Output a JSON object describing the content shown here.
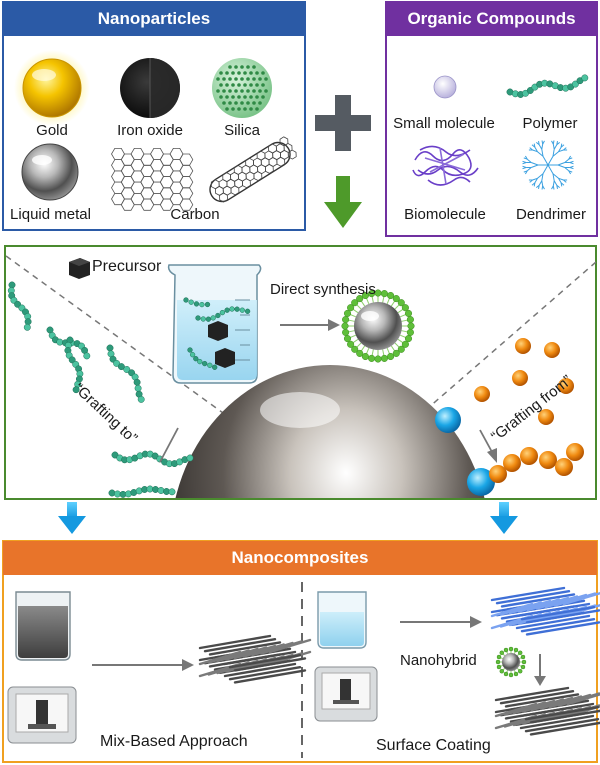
{
  "nanoparticles": {
    "title": "Nanoparticles",
    "items": [
      "Gold",
      "Iron oxide",
      "Silica",
      "Liquid metal",
      "Carbon"
    ],
    "border_color": "#2b5aa6"
  },
  "organic": {
    "title": "Organic Compounds",
    "items": [
      "Small molecule",
      "Polymer",
      "Biomolecule",
      "Dendrimer"
    ],
    "border_color": "#7030a0"
  },
  "synthesis": {
    "precursor": "Precursor",
    "direct": "Direct synthesis",
    "grafting_to": "“Grafting to”",
    "grafting_from": "“Grafting from”",
    "border_color": "#4a8a2e"
  },
  "nanocomposites": {
    "title": "Nanocomposites",
    "nanohybrid": "Nanohybrid",
    "mix_based": "Mix-Based Approach",
    "surface_coating": "Surface Coating",
    "header_color": "#e8742a"
  }
}
